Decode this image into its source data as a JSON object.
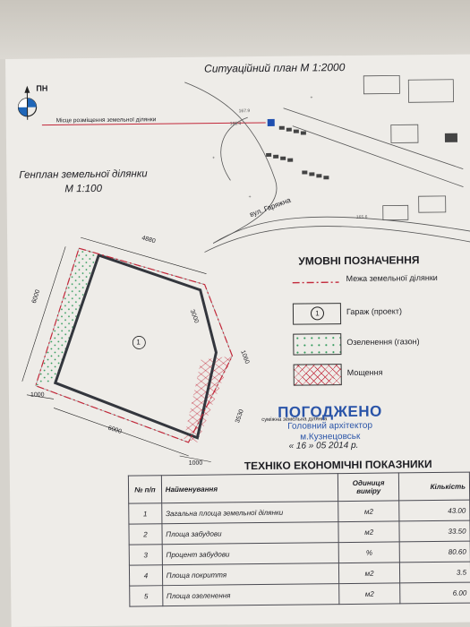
{
  "situation_plan": {
    "title": "Ситуаційний план  М 1:2000",
    "north_label": "ПН",
    "location_label": "Місце розміщення земельної ділянки",
    "street_label": "вул. Гаряжна"
  },
  "general_plan": {
    "title_line1": "Генплан земельної ділянки",
    "title_line2": "М 1:100",
    "building_number": "1",
    "neighbor_label": "суміжна земельна ділянка",
    "dimensions": [
      "4880",
      "6000",
      "3000",
      "1060",
      "3530",
      "1000",
      "6000",
      "1000"
    ]
  },
  "legend": {
    "title": "УМОВНІ ПОЗНАЧЕННЯ",
    "items": [
      {
        "key": "boundary",
        "label": "Межа земельної ділянки"
      },
      {
        "key": "garage",
        "symbol": "1",
        "label": "Гараж (проект)"
      },
      {
        "key": "green",
        "label": "Озеленення (газон)"
      },
      {
        "key": "paving",
        "label": "Мощення"
      }
    ]
  },
  "approval_stamp": {
    "title": "ПОГОДЖЕНО",
    "line1": "Головний архітектор",
    "line2": "м.Кузнецовськ",
    "date": "« 16 » 05    2014 р."
  },
  "tep": {
    "title": "ТЕХНІКО ЕКОНОМІЧНІ ПОКАЗНИКИ",
    "headers": [
      "№ п/п",
      "Найменування",
      "Одиниця виміру",
      "Кількість"
    ],
    "rows": [
      {
        "n": "1",
        "name": "Загальна площа земельної ділянки",
        "unit": "м2",
        "qty": "43.00"
      },
      {
        "n": "2",
        "name": "Площа забудови",
        "unit": "м2",
        "qty": "33.50"
      },
      {
        "n": "3",
        "name": "Процент забудови",
        "unit": "%",
        "qty": "80.60"
      },
      {
        "n": "4",
        "name": "Площа покриття",
        "unit": "м2",
        "qty": "3.5"
      },
      {
        "n": "5",
        "name": "Площа озеленення",
        "unit": "м2",
        "qty": "6.00"
      }
    ]
  },
  "colors": {
    "boundary": "#c2283a",
    "stamp": "#2a54a8",
    "green_dot": "#2f9a5a",
    "wall": "#33363d"
  }
}
